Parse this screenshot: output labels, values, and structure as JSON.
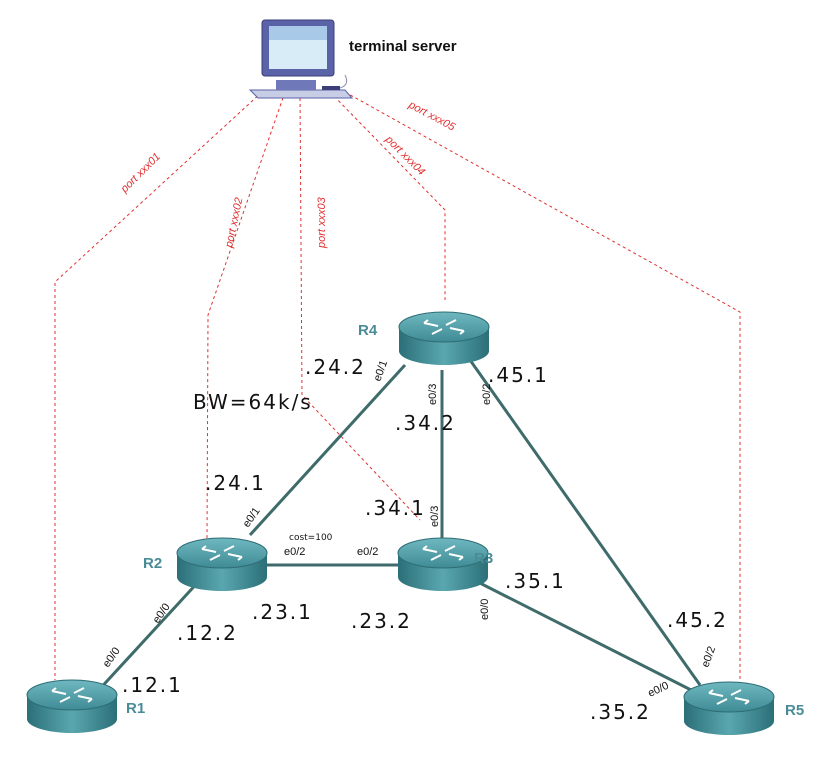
{
  "terminal_server": {
    "label": "terminal server"
  },
  "routers": [
    {
      "id": "R1",
      "label": "R1"
    },
    {
      "id": "R2",
      "label": "R2"
    },
    {
      "id": "R3",
      "label": "R3"
    },
    {
      "id": "R4",
      "label": "R4"
    },
    {
      "id": "R5",
      "label": "R5"
    }
  ],
  "console_ports": {
    "r1": "port xxx01",
    "r2": "port xxx02",
    "r3": "port xxx03",
    "r4": "port xxx04",
    "r5": "port xxx05"
  },
  "interfaces": {
    "r1_r2_r1side": "e0/0",
    "r1_r2_r2side": "e0/0",
    "r2_r4_r2side": "e0/1",
    "r2_r4_r4side": "e0/1",
    "r2_r3_r2side": "e0/2",
    "r2_r3_r3side": "e0/2",
    "r3_r4_r3side": "e0/3",
    "r3_r4_r4side": "e0/3",
    "r4_r5_r4side": "e0/2",
    "r4_r5_r5side": "e0/2",
    "r3_r5_r3side": "e0/0",
    "r3_r5_r5side": "e0/0"
  },
  "handwritten": {
    "ip_24_2": ".24.2",
    "ip_45_1": ".45.1",
    "bw": "BW=64k/s",
    "ip_34_2": ".34.2",
    "ip_24_1": ".24.1",
    "ip_34_1": ".34.1",
    "cost": "cost=100",
    "ip_35_1": ".35.1",
    "ip_23_1": ".23.1",
    "ip_12_2": ".12.2",
    "ip_23_2": ".23.2",
    "ip_45_2": ".45.2",
    "ip_12_1": ".12.1",
    "ip_35_2": ".35.2"
  },
  "colors": {
    "console_line": "#e03030",
    "link": "#3f6b6b",
    "router_label": "#4a8c96",
    "router_body": "#3f8b95"
  }
}
